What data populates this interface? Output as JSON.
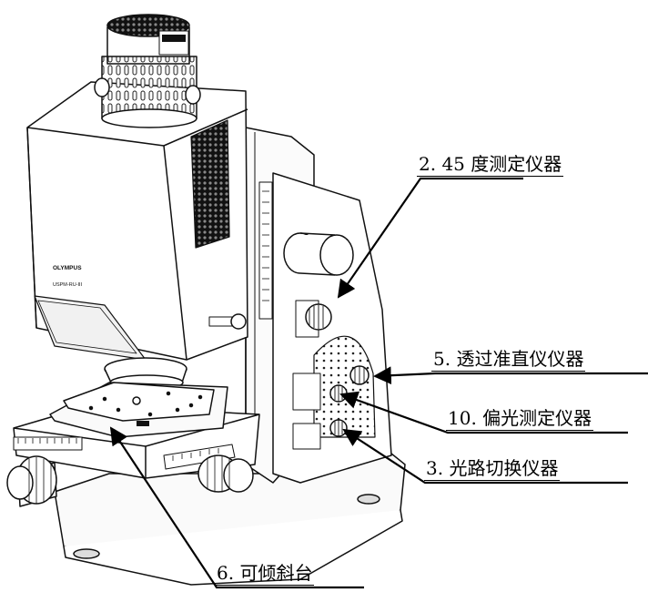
{
  "device": {
    "brand_text": "OLYMPUS",
    "model_text": "USPM-RU-III"
  },
  "callouts": [
    {
      "id": "45deg",
      "label": "2. 45 度测定仪器"
    },
    {
      "id": "collimator",
      "label": "5. 透过准直仪仪器"
    },
    {
      "id": "polarizer",
      "label": "10. 偏光测定仪器"
    },
    {
      "id": "optical-path",
      "label": "3. 光路切换仪器"
    },
    {
      "id": "tilt-stage",
      "label": "6. 可倾斜台"
    }
  ]
}
